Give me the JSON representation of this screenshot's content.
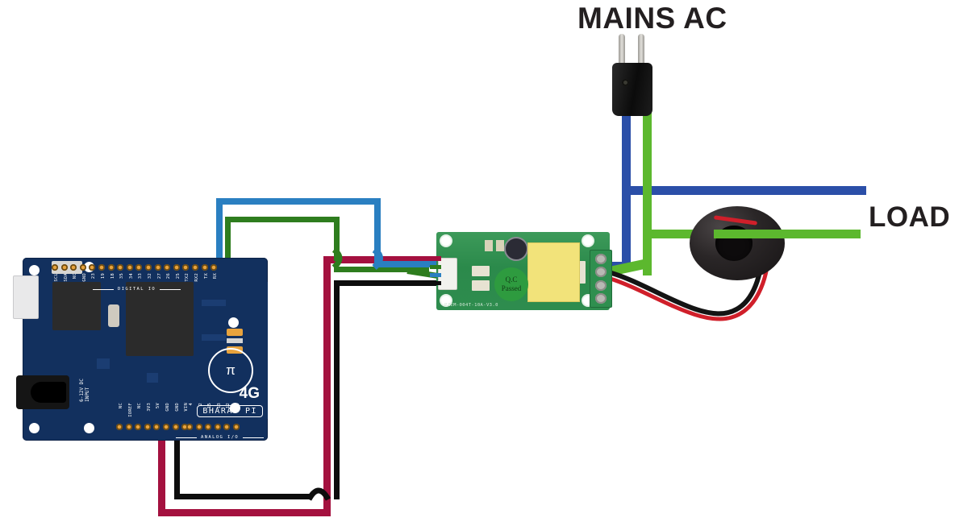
{
  "diagram": {
    "title_labels": {
      "mains": "MAINS AC",
      "load": "LOAD"
    }
  },
  "board": {
    "name": "BHARAT PI",
    "badge_4g": "4G",
    "emblem_icon": "india-map-pi-icon",
    "power_label": "6-12V DC\nINPUT",
    "digital_group_label": "DIGITAL IO",
    "analog_group_label": "ANALOG I/O",
    "digital_pins": [
      "SCL",
      "SDA",
      "NC",
      "GND",
      "23",
      "19",
      "18",
      "35",
      "34",
      "33",
      "32",
      "27",
      "26",
      "25",
      "TX2",
      "RX2",
      "TX",
      "RX"
    ],
    "power_pins": [
      "NC",
      "IOREF",
      "NC",
      "3V3",
      "5V",
      "GND",
      "GND",
      "VIN"
    ],
    "analog_pins": [
      "4",
      "2",
      "15",
      "13",
      "12",
      "14"
    ],
    "connected_pins": {
      "blue_wire": "TX2",
      "green_wire": "RX2",
      "red_wire": "5V",
      "black_wire": "GND"
    }
  },
  "pzem": {
    "silkscreen": "PZEM-004T-10A-V3.0",
    "qc_line1": "Q.C",
    "qc_line2": "Passed",
    "connector_label": "ttl-4pin-connector",
    "terminal_label": "4-screw-terminal-block"
  },
  "ct_coil": {
    "name": "current-transformer-coil"
  },
  "wires": [
    {
      "name": "blue-ttl-wire",
      "from": "TX2",
      "to": "PZEM TTL",
      "color": "#2a7fc1"
    },
    {
      "name": "green-ttl-wire",
      "from": "RX2",
      "to": "PZEM TTL",
      "color": "#2e7d1e"
    },
    {
      "name": "red-power-wire",
      "from": "5V",
      "to": "PZEM VCC",
      "color": "#a4113f"
    },
    {
      "name": "black-gnd-wire",
      "from": "GND",
      "to": "PZEM GND",
      "color": "#0d0d0d"
    },
    {
      "name": "mains-neutral-blue-wire",
      "from": "MAINS AC",
      "to": "LOAD",
      "color": "#2b4fa8"
    },
    {
      "name": "mains-live-green-wire",
      "from": "MAINS AC",
      "to": "LOAD",
      "color": "#5cb82e"
    },
    {
      "name": "ct-red-lead",
      "from": "CT coil",
      "to": "PZEM terminal",
      "color": "#d01f2a"
    },
    {
      "name": "ct-black-lead",
      "from": "CT coil",
      "to": "PZEM terminal",
      "color": "#141414"
    }
  ],
  "colors": {
    "ttl_blue": "#2a7fc1",
    "ttl_green": "#2e7d1e",
    "power_red": "#a4113f",
    "power_black": "#0d0d0d",
    "mains_blue": "#2b4fa8",
    "mains_green": "#5cb82e",
    "pcb_navy": "#12305e",
    "pcb_green": "#2f8f4f",
    "label_black": "#231f20"
  }
}
